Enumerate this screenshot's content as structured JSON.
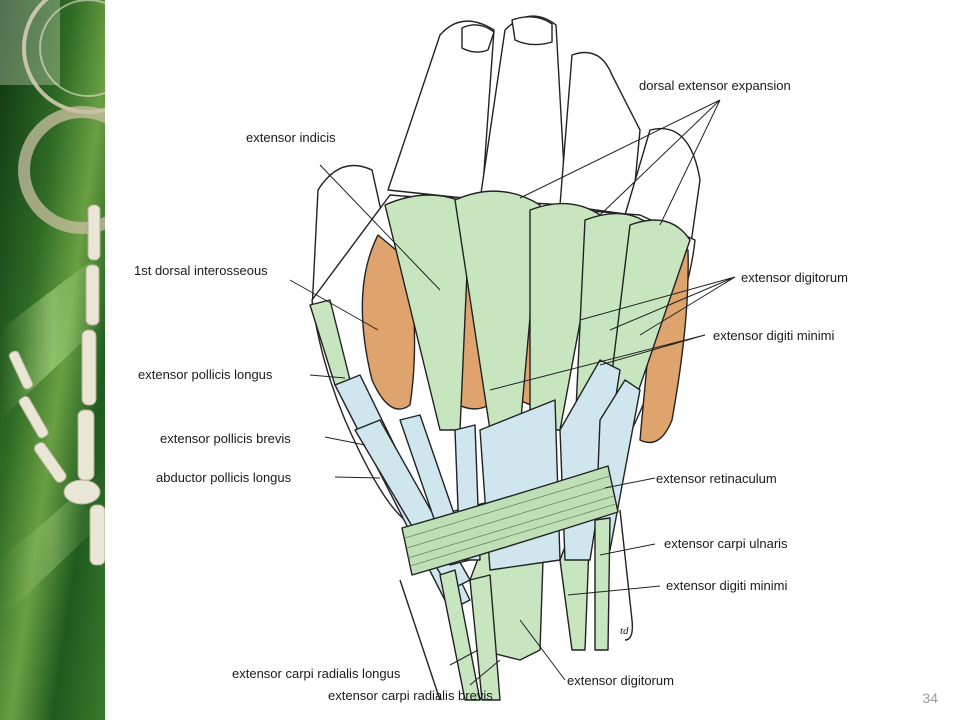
{
  "labels": {
    "dorsal_extensor_expansion": "dorsal extensor expansion",
    "extensor_indicis": "extensor indicis",
    "first_dorsal_interosseous": "1st dorsal interosseous",
    "extensor_digitorum_top": "extensor digitorum",
    "extensor_digiti_minimi_top": "extensor digiti minimi",
    "extensor_pollicis_longus": "extensor pollicis longus",
    "extensor_pollicis_brevis": "extensor pollicis brevis",
    "abductor_pollicis_longus": "abductor pollicis longus",
    "extensor_retinaculum": "extensor retinaculum",
    "extensor_carpi_ulnaris": "extensor carpi ulnaris",
    "extensor_digiti_minimi_bottom": "extensor digiti minimi",
    "extensor_carpi_radialis_longus": "extensor carpi radialis longus",
    "extensor_carpi_radialis_brevis": "extensor carpi radialis brevis",
    "extensor_digitorum_bottom": "extensor digitorum"
  },
  "signature": "td",
  "page_number": "34",
  "colors": {
    "tendon_green": "#c7e6bf",
    "muscle_orange": "#dfa36d",
    "tendon_blue": "#cfe6ef",
    "skin_outline": "#222222",
    "sidebar_green_dark": "#0f3a14",
    "sidebar_green_light": "#5e9b3a"
  }
}
